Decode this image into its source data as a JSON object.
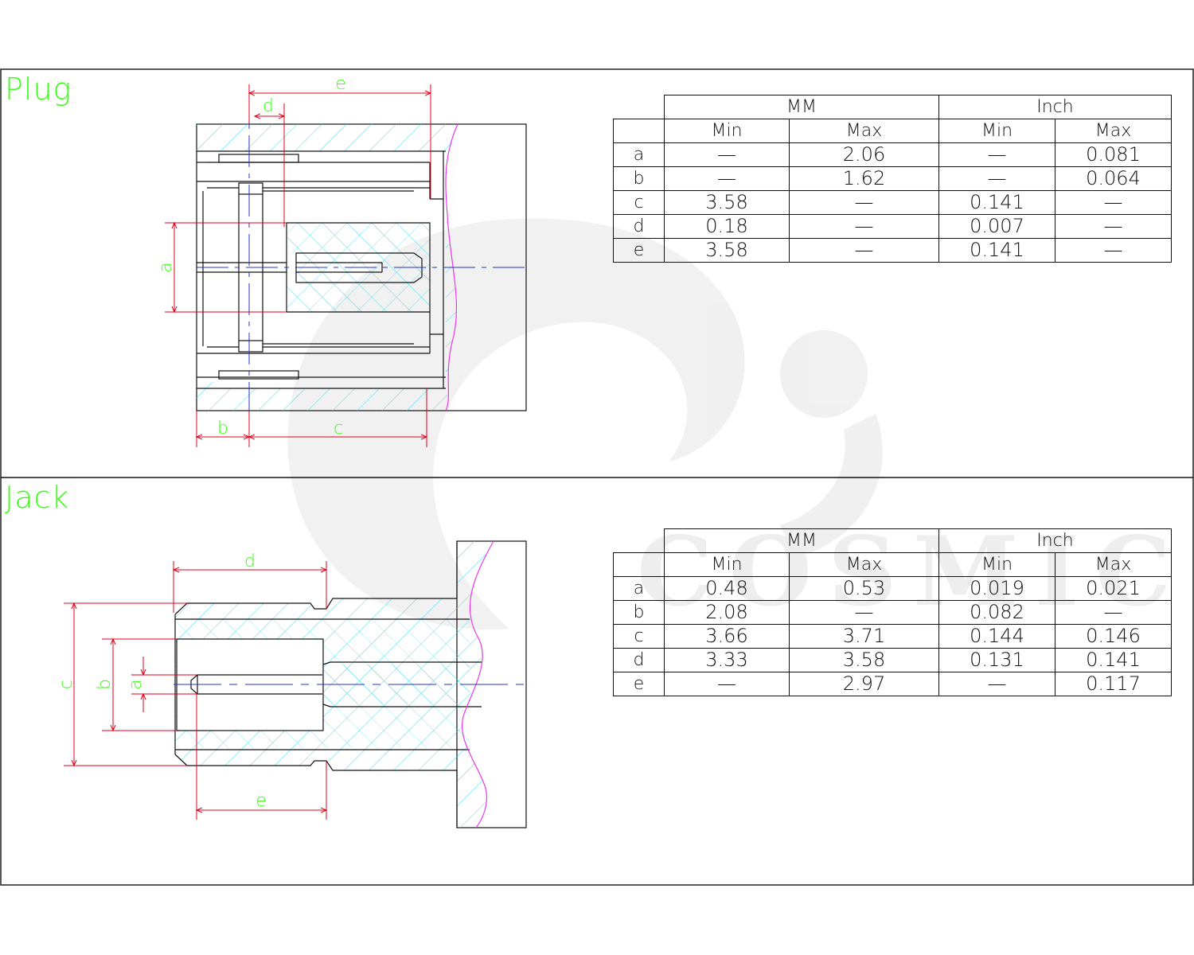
{
  "plug": {
    "title": "Plug",
    "dims": {
      "a": "a",
      "b": "b",
      "c": "c",
      "d": "d",
      "e": "e"
    },
    "table": {
      "groups": [
        "MM",
        "Inch"
      ],
      "subheaders": [
        "Min",
        "Max",
        "Min",
        "Max"
      ],
      "rows": [
        {
          "label": "a",
          "values": [
            "—",
            "2.06",
            "—",
            "0.081"
          ]
        },
        {
          "label": "b",
          "values": [
            "—",
            "1.62",
            "—",
            "0.064"
          ]
        },
        {
          "label": "c",
          "values": [
            "3.58",
            "—",
            "0.141",
            "—"
          ]
        },
        {
          "label": "d",
          "values": [
            "0.18",
            "—",
            "0.007",
            "—"
          ]
        },
        {
          "label": "e",
          "values": [
            "3.58",
            "—",
            "0.141",
            "—"
          ]
        }
      ]
    }
  },
  "jack": {
    "title": "Jack",
    "dims": {
      "a": "a",
      "b": "b",
      "c": "c",
      "d": "d",
      "e": "e"
    },
    "table": {
      "groups": [
        "MM",
        "Inch"
      ],
      "subheaders": [
        "Min",
        "Max",
        "Min",
        "Max"
      ],
      "rows": [
        {
          "label": "a",
          "values": [
            "0.48",
            "0.53",
            "0.019",
            "0.021"
          ]
        },
        {
          "label": "b",
          "values": [
            "2.08",
            "—",
            "0.082",
            "—"
          ]
        },
        {
          "label": "c",
          "values": [
            "3.66",
            "3.71",
            "0.144",
            "0.146"
          ]
        },
        {
          "label": "d",
          "values": [
            "3.33",
            "3.58",
            "0.131",
            "0.141"
          ]
        },
        {
          "label": "e",
          "values": [
            "—",
            "2.97",
            "—",
            "0.117"
          ]
        }
      ]
    }
  },
  "colors": {
    "hatch": "#4fd8e8",
    "dimension": "#e0001b",
    "dimension_text": "#39ff14",
    "centerline": "#2233cc",
    "break_line": "#e83ae8",
    "outline": "#111111"
  },
  "watermark": "COSMIC"
}
